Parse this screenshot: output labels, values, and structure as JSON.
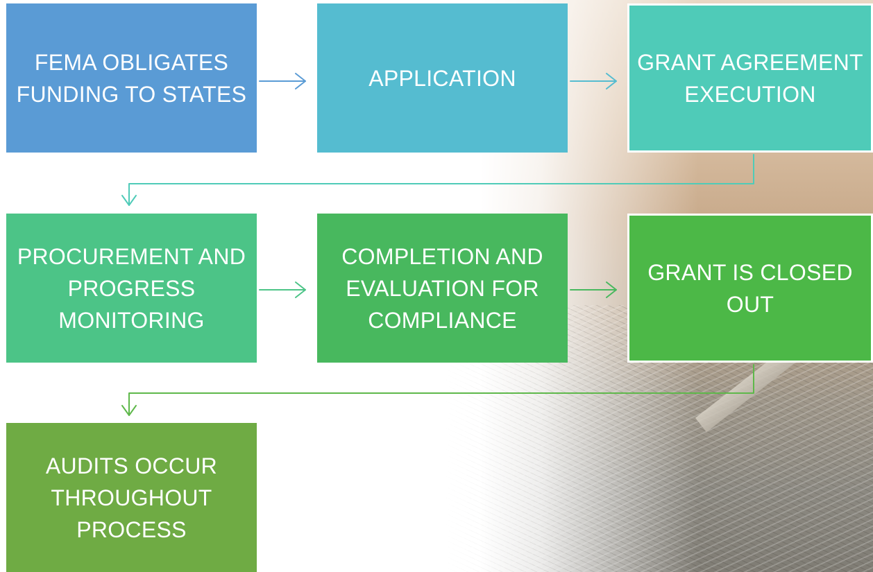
{
  "steps": [
    {
      "label": "FEMA OBLIGATES FUNDING TO STATES",
      "color": "#5a9bd5"
    },
    {
      "label": "APPLICATION",
      "color": "#55bcd0"
    },
    {
      "label": "GRANT AGREEMENT EXECUTION",
      "color": "#4fcbb8"
    },
    {
      "label": "PROCUREMENT AND PROGRESS MONITORING",
      "color": "#4cc487"
    },
    {
      "label": "COMPLETION AND EVALUATION FOR COMPLIANCE",
      "color": "#48b85e"
    },
    {
      "label": "GRANT IS CLOSED OUT",
      "color": "#4cb847"
    },
    {
      "label": "AUDITS OCCUR THROUGHOUT PROCESS",
      "color": "#6fab44"
    }
  ],
  "connector_colors": {
    "arrow_1_2": "#5a9bd5",
    "arrow_2_3": "#55bcd0",
    "link_3_4": "#4fcbb8",
    "arrow_4_5": "#4cc487",
    "arrow_5_6": "#48b85e",
    "link_6_7": "#5eb84a"
  }
}
